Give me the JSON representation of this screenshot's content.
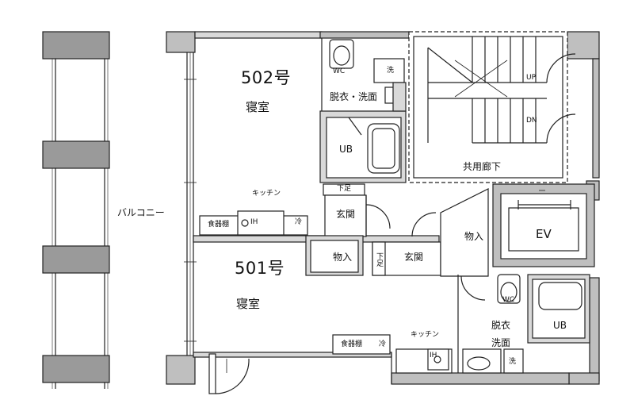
{
  "rooms": {
    "unit_502": "502号",
    "unit_501": "501号",
    "bedroom": "寝室",
    "kitchen": "キッチン",
    "entrance": "玄関",
    "closet": "物入",
    "dressing_wash": "脱衣・洗面",
    "dressing": "脱衣",
    "washroom": "洗面",
    "bath": "UB",
    "toilet": "WC",
    "laundry": "洗",
    "balcony": "バルコニー",
    "corridor": "共用廊下",
    "elevator": "EV",
    "shoe_box": "下足",
    "cupboard": "食器棚",
    "fridge": "冷",
    "cooktop": "IH",
    "stair_up": "UP",
    "stair_down": "DN"
  }
}
